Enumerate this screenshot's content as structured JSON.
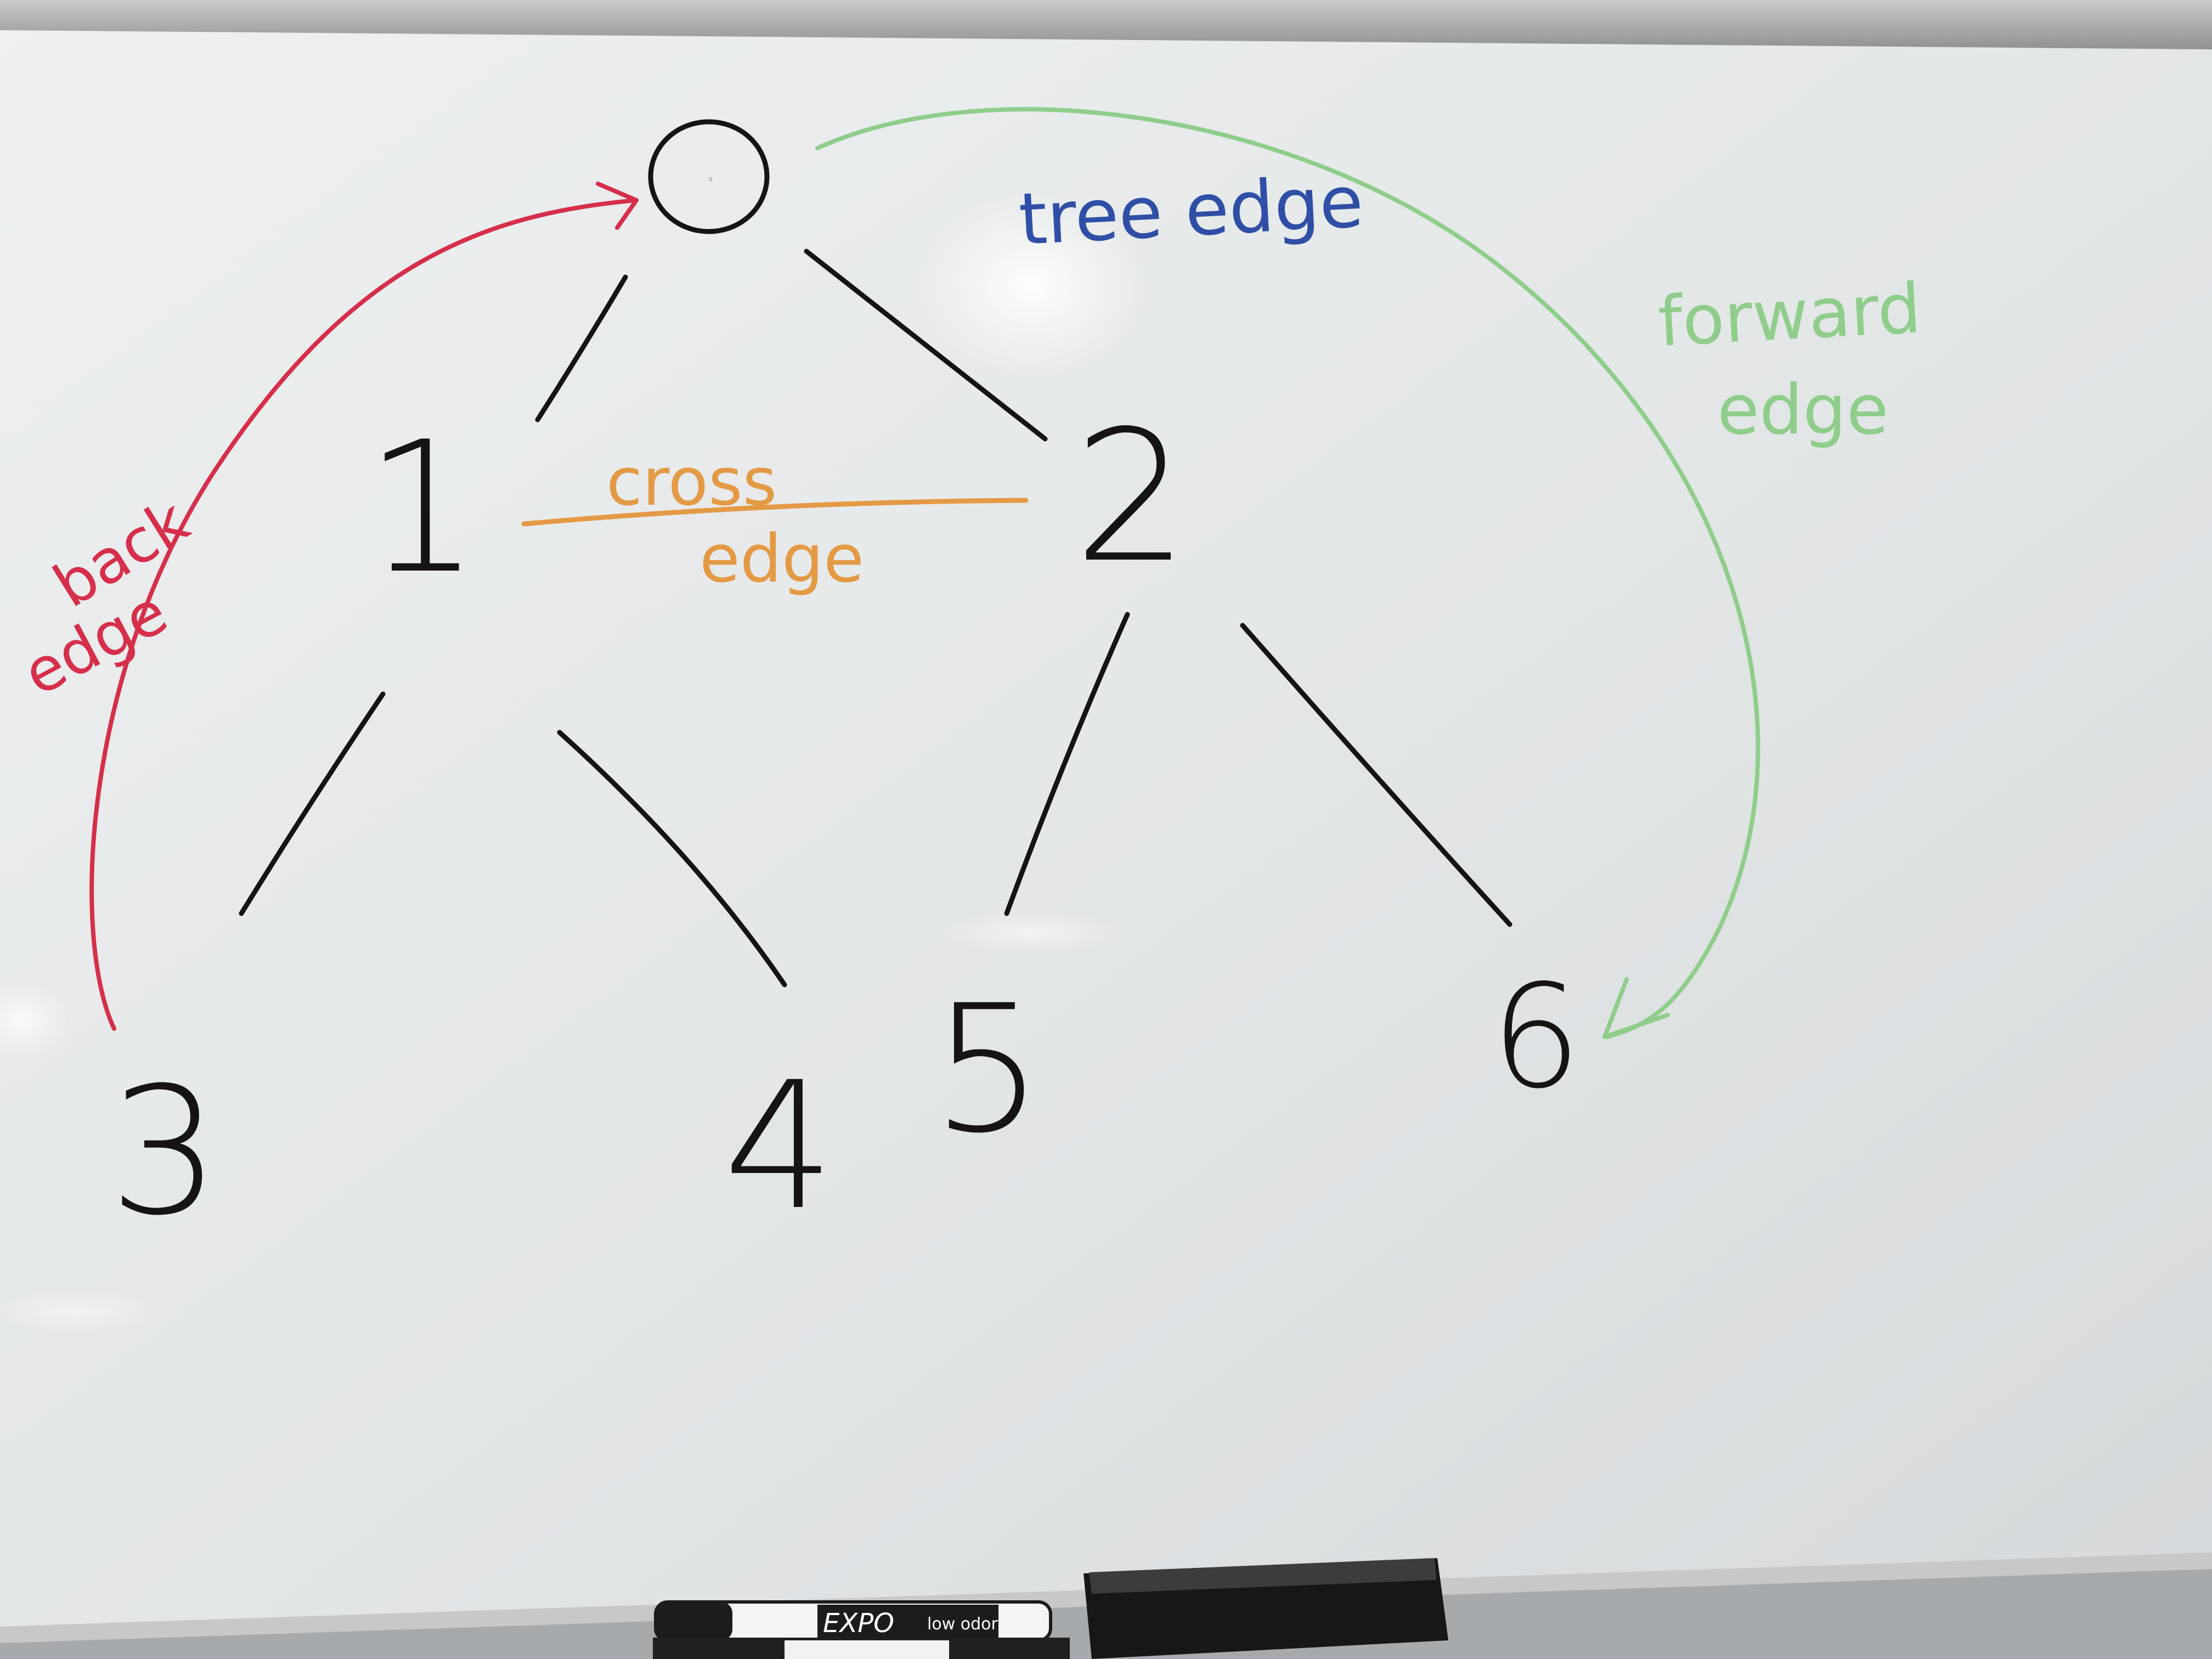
{
  "diagram": {
    "nodes": [
      {
        "id": "0",
        "label": "0"
      },
      {
        "id": "1",
        "label": "1"
      },
      {
        "id": "2",
        "label": "2"
      },
      {
        "id": "3",
        "label": "3"
      },
      {
        "id": "4",
        "label": "4"
      },
      {
        "id": "5",
        "label": "5"
      },
      {
        "id": "6",
        "label": "6"
      }
    ],
    "tree_edges": [
      {
        "from": "0",
        "to": "1"
      },
      {
        "from": "0",
        "to": "2"
      },
      {
        "from": "1",
        "to": "3"
      },
      {
        "from": "1",
        "to": "4"
      },
      {
        "from": "2",
        "to": "5"
      },
      {
        "from": "2",
        "to": "6"
      }
    ],
    "special_edges": [
      {
        "kind": "back",
        "from": "3",
        "to": "0",
        "color": "#d62f4a"
      },
      {
        "kind": "forward",
        "from": "0",
        "to": "6",
        "color": "#8fce8a"
      },
      {
        "kind": "cross",
        "from": "2",
        "to": "1",
        "color": "#e49a44"
      }
    ],
    "annotations": {
      "tree_edge": {
        "line1": "tree edge",
        "color": "#2f4fa6"
      },
      "forward_edge": {
        "line1": "forward",
        "line2": "edge",
        "color": "#8fce8a"
      },
      "cross_edge": {
        "line1": "cross",
        "line2": "edge",
        "color": "#e49a44"
      },
      "back_edge": {
        "line1": "back",
        "line2": "edge",
        "color": "#d62f4a"
      }
    }
  },
  "markers": {
    "brand": "EXPO",
    "tagline": "low odor"
  },
  "colors": {
    "ink": "#141414",
    "board": "#e7eaeb",
    "frame": "#b4b6b8"
  }
}
